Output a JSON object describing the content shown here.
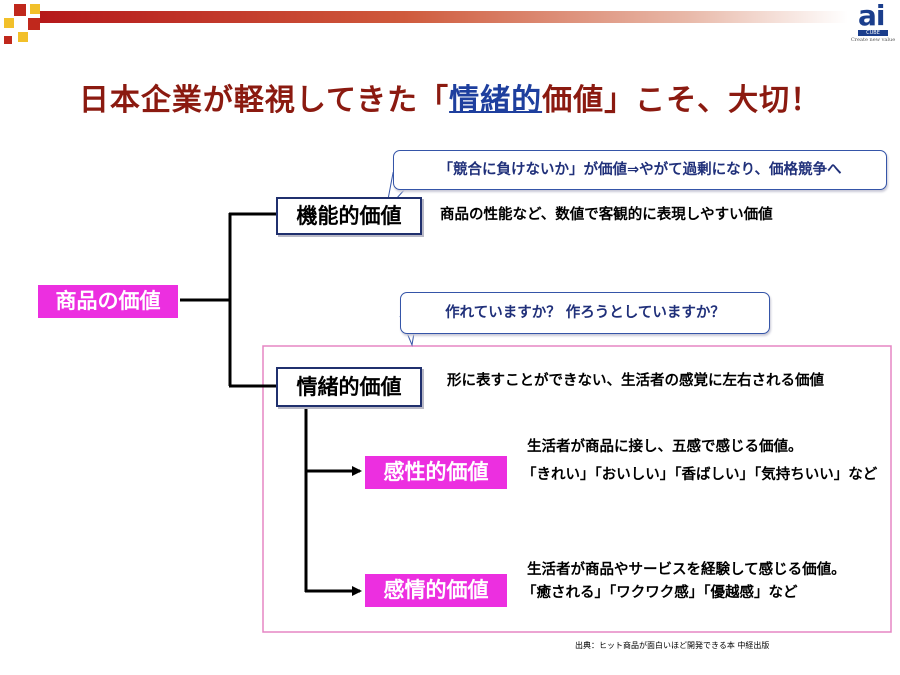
{
  "logo": {
    "mark": "ai",
    "sub": "CUBE",
    "tagline": "Create new value"
  },
  "title": {
    "before": "日本企業が軽視してきた「",
    "highlight": "情緒的",
    "after": "価値」こそ、大切！"
  },
  "root": {
    "label": "商品の価値"
  },
  "functional": {
    "label": "機能的価値",
    "description": "商品の性能など、数値で客観的に表現しやすい価値",
    "callout": "「競合に負けないか」が価値⇒やがて過剰になり、価格競争へ"
  },
  "emotional": {
    "label": "情緒的価値",
    "description": "形に表すことができない、生活者の感覚に左右される価値",
    "callout": "作れていますか？ 作ろうとしていますか？"
  },
  "sensory": {
    "label": "感性的価値",
    "line1": "生活者が商品に接し、五感で感じる価値。",
    "line2": "「きれい」「おいしい」「香ばしい」「気持ちいい」など"
  },
  "affective": {
    "label": "感情的価値",
    "line1": "生活者が商品やサービスを経験して感じる価値。",
    "line2": "「癒される」「ワクワク感」「優越感」など"
  },
  "source": "出典：ヒット商品が面白いほど開発できる本 中経出版",
  "colors": {
    "title": "#8b1a10",
    "highlight": "#1e3f9e",
    "pink": "#ec2fe0",
    "navy": "#20306e",
    "callout_text": "#20307a"
  }
}
